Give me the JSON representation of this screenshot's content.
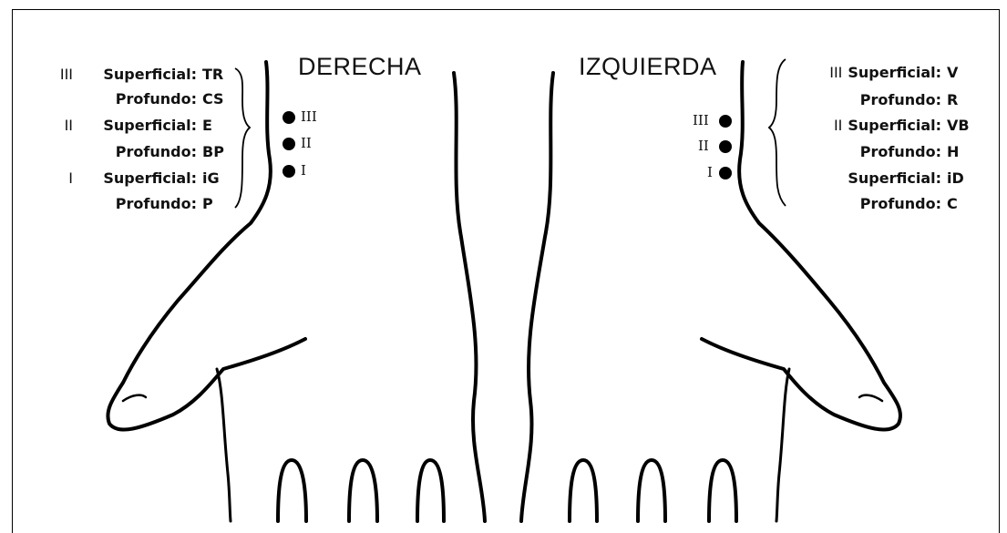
{
  "titles": {
    "right_hand": "DERECHA",
    "left_hand": "IZQUIERDA"
  },
  "left_legend": [
    {
      "roman": "III",
      "level": "Superficial:",
      "code": "TR"
    },
    {
      "roman": "",
      "level": "Profundo:",
      "code": "CS"
    },
    {
      "roman": "II",
      "level": "Superficial:",
      "code": "E"
    },
    {
      "roman": "",
      "level": "Profundo:",
      "code": "BP"
    },
    {
      "roman": "I",
      "level": "Superficial:",
      "code": "iG"
    },
    {
      "roman": "",
      "level": "Profundo:",
      "code": "P"
    }
  ],
  "right_legend": [
    {
      "roman": "III",
      "level": "Superficial:",
      "code": "V"
    },
    {
      "roman": "",
      "level": "Profundo:",
      "code": "R"
    },
    {
      "roman": "II",
      "level": "Superficial:",
      "code": "VB"
    },
    {
      "roman": "",
      "level": "Profundo:",
      "code": "H"
    },
    {
      "roman": "",
      "level": "Superficial:",
      "code": "iD"
    },
    {
      "roman": "",
      "level": "Profundo:",
      "code": "C"
    }
  ],
  "pulse_points_right_hand": [
    "III",
    "II",
    "I"
  ],
  "pulse_points_left_hand": [
    "III",
    "II",
    "I"
  ]
}
